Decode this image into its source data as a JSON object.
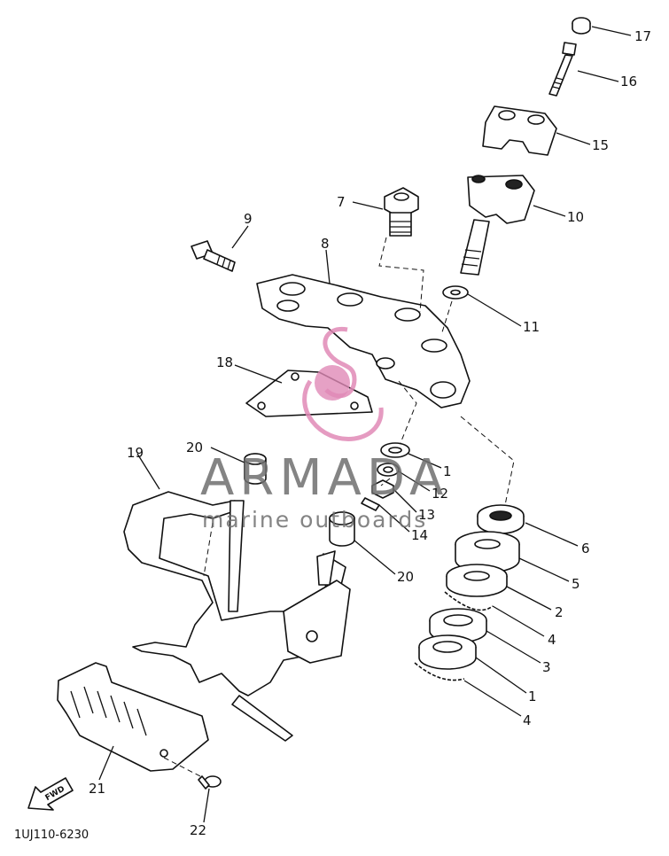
{
  "diagram": {
    "drawing_code": "1UJ110-6230",
    "direction_label": "FWD",
    "callouts": [
      "1",
      "2",
      "3",
      "4",
      "5",
      "6",
      "7",
      "8",
      "9",
      "10",
      "11",
      "12",
      "13",
      "14",
      "15",
      "16",
      "17",
      "18",
      "19",
      "20",
      "21",
      "22"
    ]
  },
  "watermark": {
    "brand": "ARMADA",
    "tagline": "marine outboards",
    "logo_color": "#e08ab6",
    "text_color": "#6f6f6f"
  }
}
